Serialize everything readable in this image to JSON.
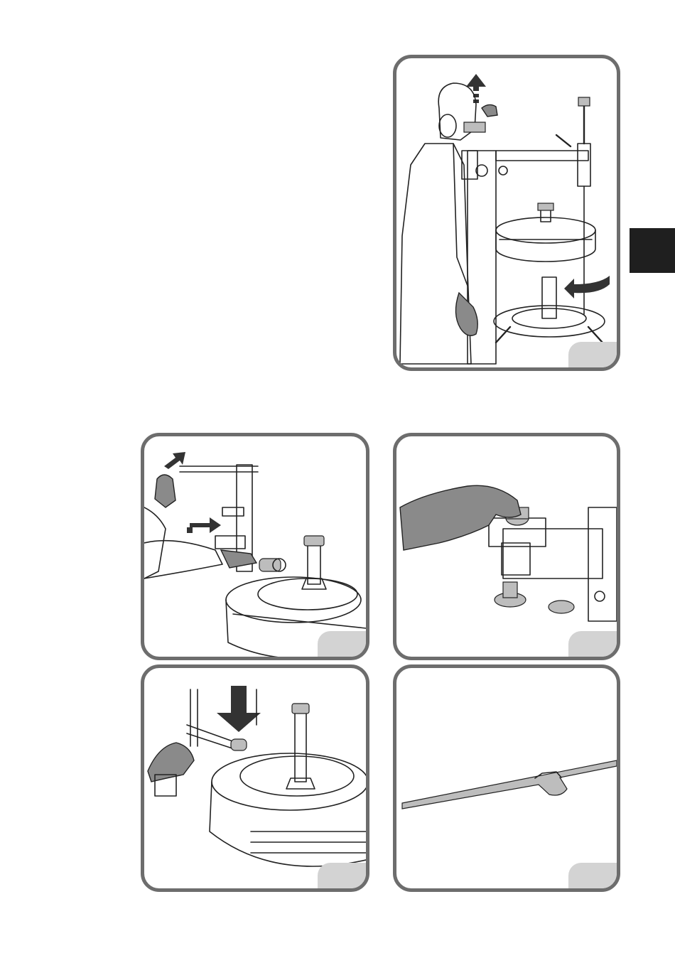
{
  "figures": [
    {
      "id": "fig-1",
      "badge": ""
    },
    {
      "id": "fig-2",
      "badge": ""
    },
    {
      "id": "fig-3",
      "badge": ""
    },
    {
      "id": "fig-4",
      "badge": ""
    },
    {
      "id": "fig-5",
      "badge": ""
    }
  ],
  "colors": {
    "frame": "#6d6d6d",
    "badge": "#d3d3d3",
    "section_tab": "#1f1f1f"
  },
  "icons": [
    "arrow-up-icon",
    "arrow-rotate-icon",
    "arrow-down-icon",
    "arrow-diagonal-icon"
  ]
}
